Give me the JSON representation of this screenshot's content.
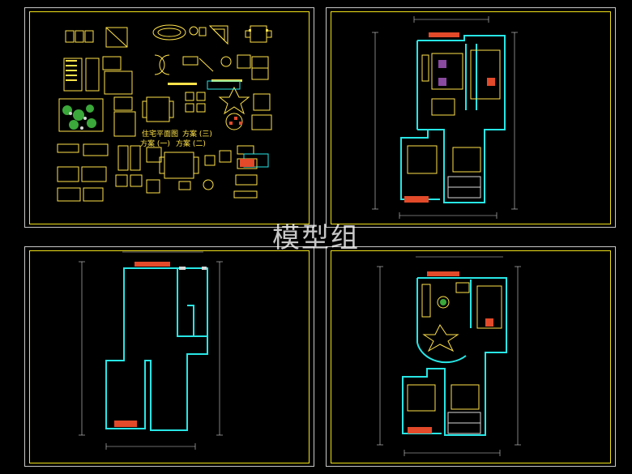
{
  "watermark": "模型组",
  "colors": {
    "background": "#000000",
    "panel_border": "#c8c8c8",
    "frame": "#f2e21a",
    "wall": "#28e6e6",
    "furniture": "#ffe24a",
    "accent_red": "#e24a2a",
    "dimension": "#d8d8d8"
  },
  "panels": {
    "symbols_library": {
      "labels": [
        "住宅平面图",
        "方案 (三)",
        "方案 (一)",
        "方案 (二)"
      ]
    },
    "plan_top_right": {},
    "plan_bottom_left": {},
    "plan_bottom_right": {}
  }
}
